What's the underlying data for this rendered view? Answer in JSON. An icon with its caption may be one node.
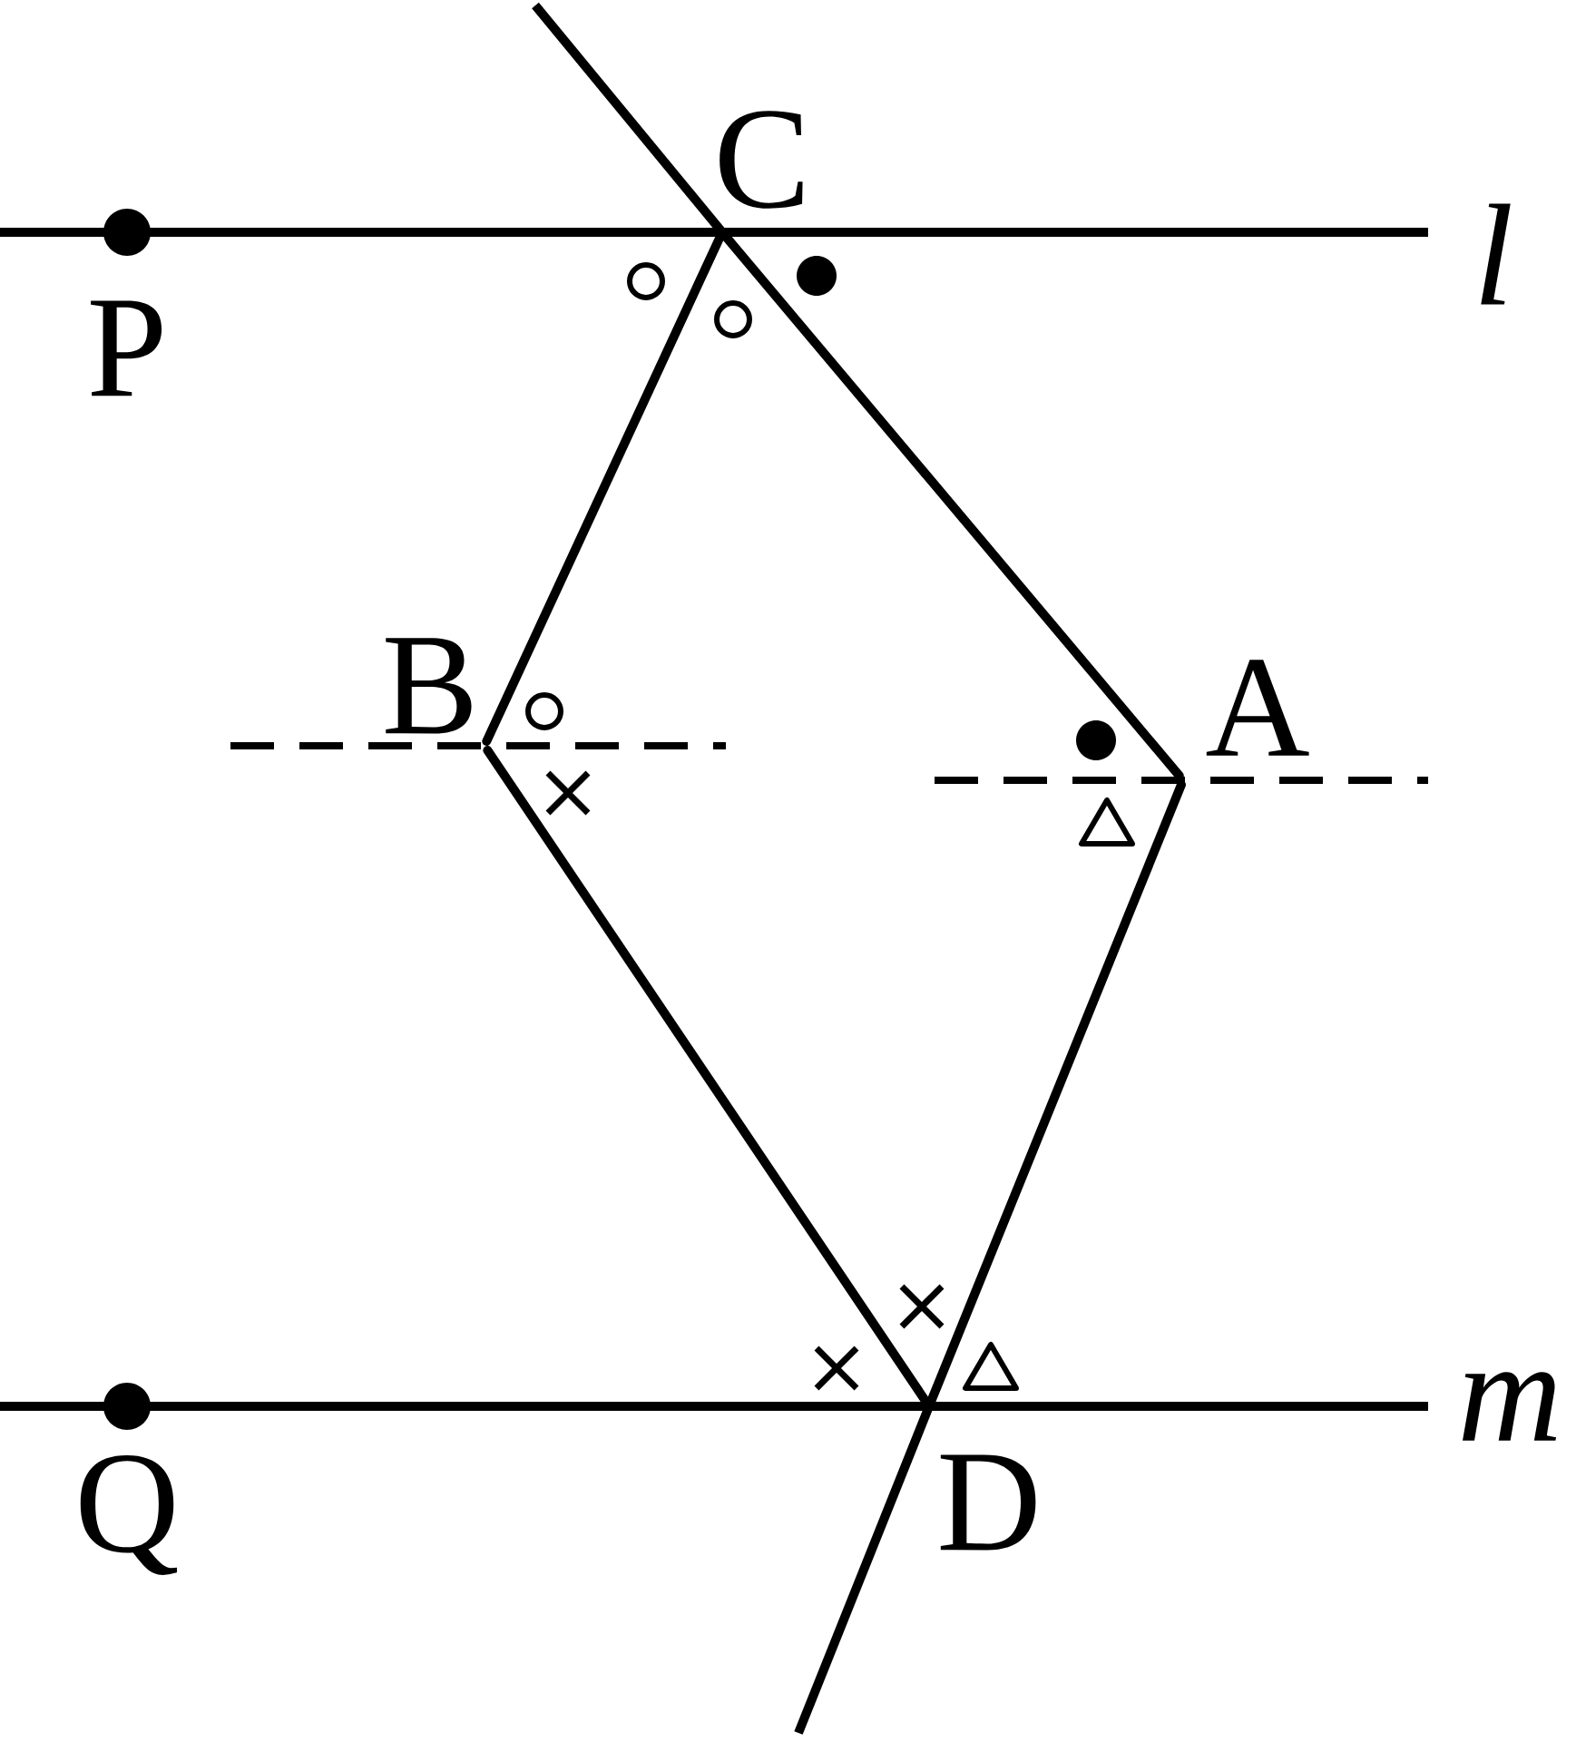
{
  "diagram": {
    "nodes": [
      {
        "text": [],
        "shape": "circle",
        "beside": [
          "P"
        ]
      },
      {
        "text": [],
        "shape": "point",
        "beside": [
          "C"
        ]
      },
      {
        "text": [],
        "shape": "point",
        "beside": [
          "B"
        ]
      },
      {
        "text": [],
        "shape": "point",
        "beside": [
          "A"
        ]
      },
      {
        "text": [],
        "shape": "point",
        "beside": [
          "D"
        ]
      },
      {
        "text": [],
        "shape": "circle",
        "beside": [
          "Q"
        ]
      }
    ],
    "edges": [
      {
        "from": 1,
        "to": 2,
        "arrow": "none"
      },
      {
        "from": 1,
        "to": 3,
        "arrow": "none"
      },
      {
        "from": 2,
        "to": 4,
        "arrow": "none"
      },
      {
        "from": 3,
        "to": 4,
        "arrow": "none"
      }
    ],
    "labels": [
      "l",
      "m"
    ]
  }
}
